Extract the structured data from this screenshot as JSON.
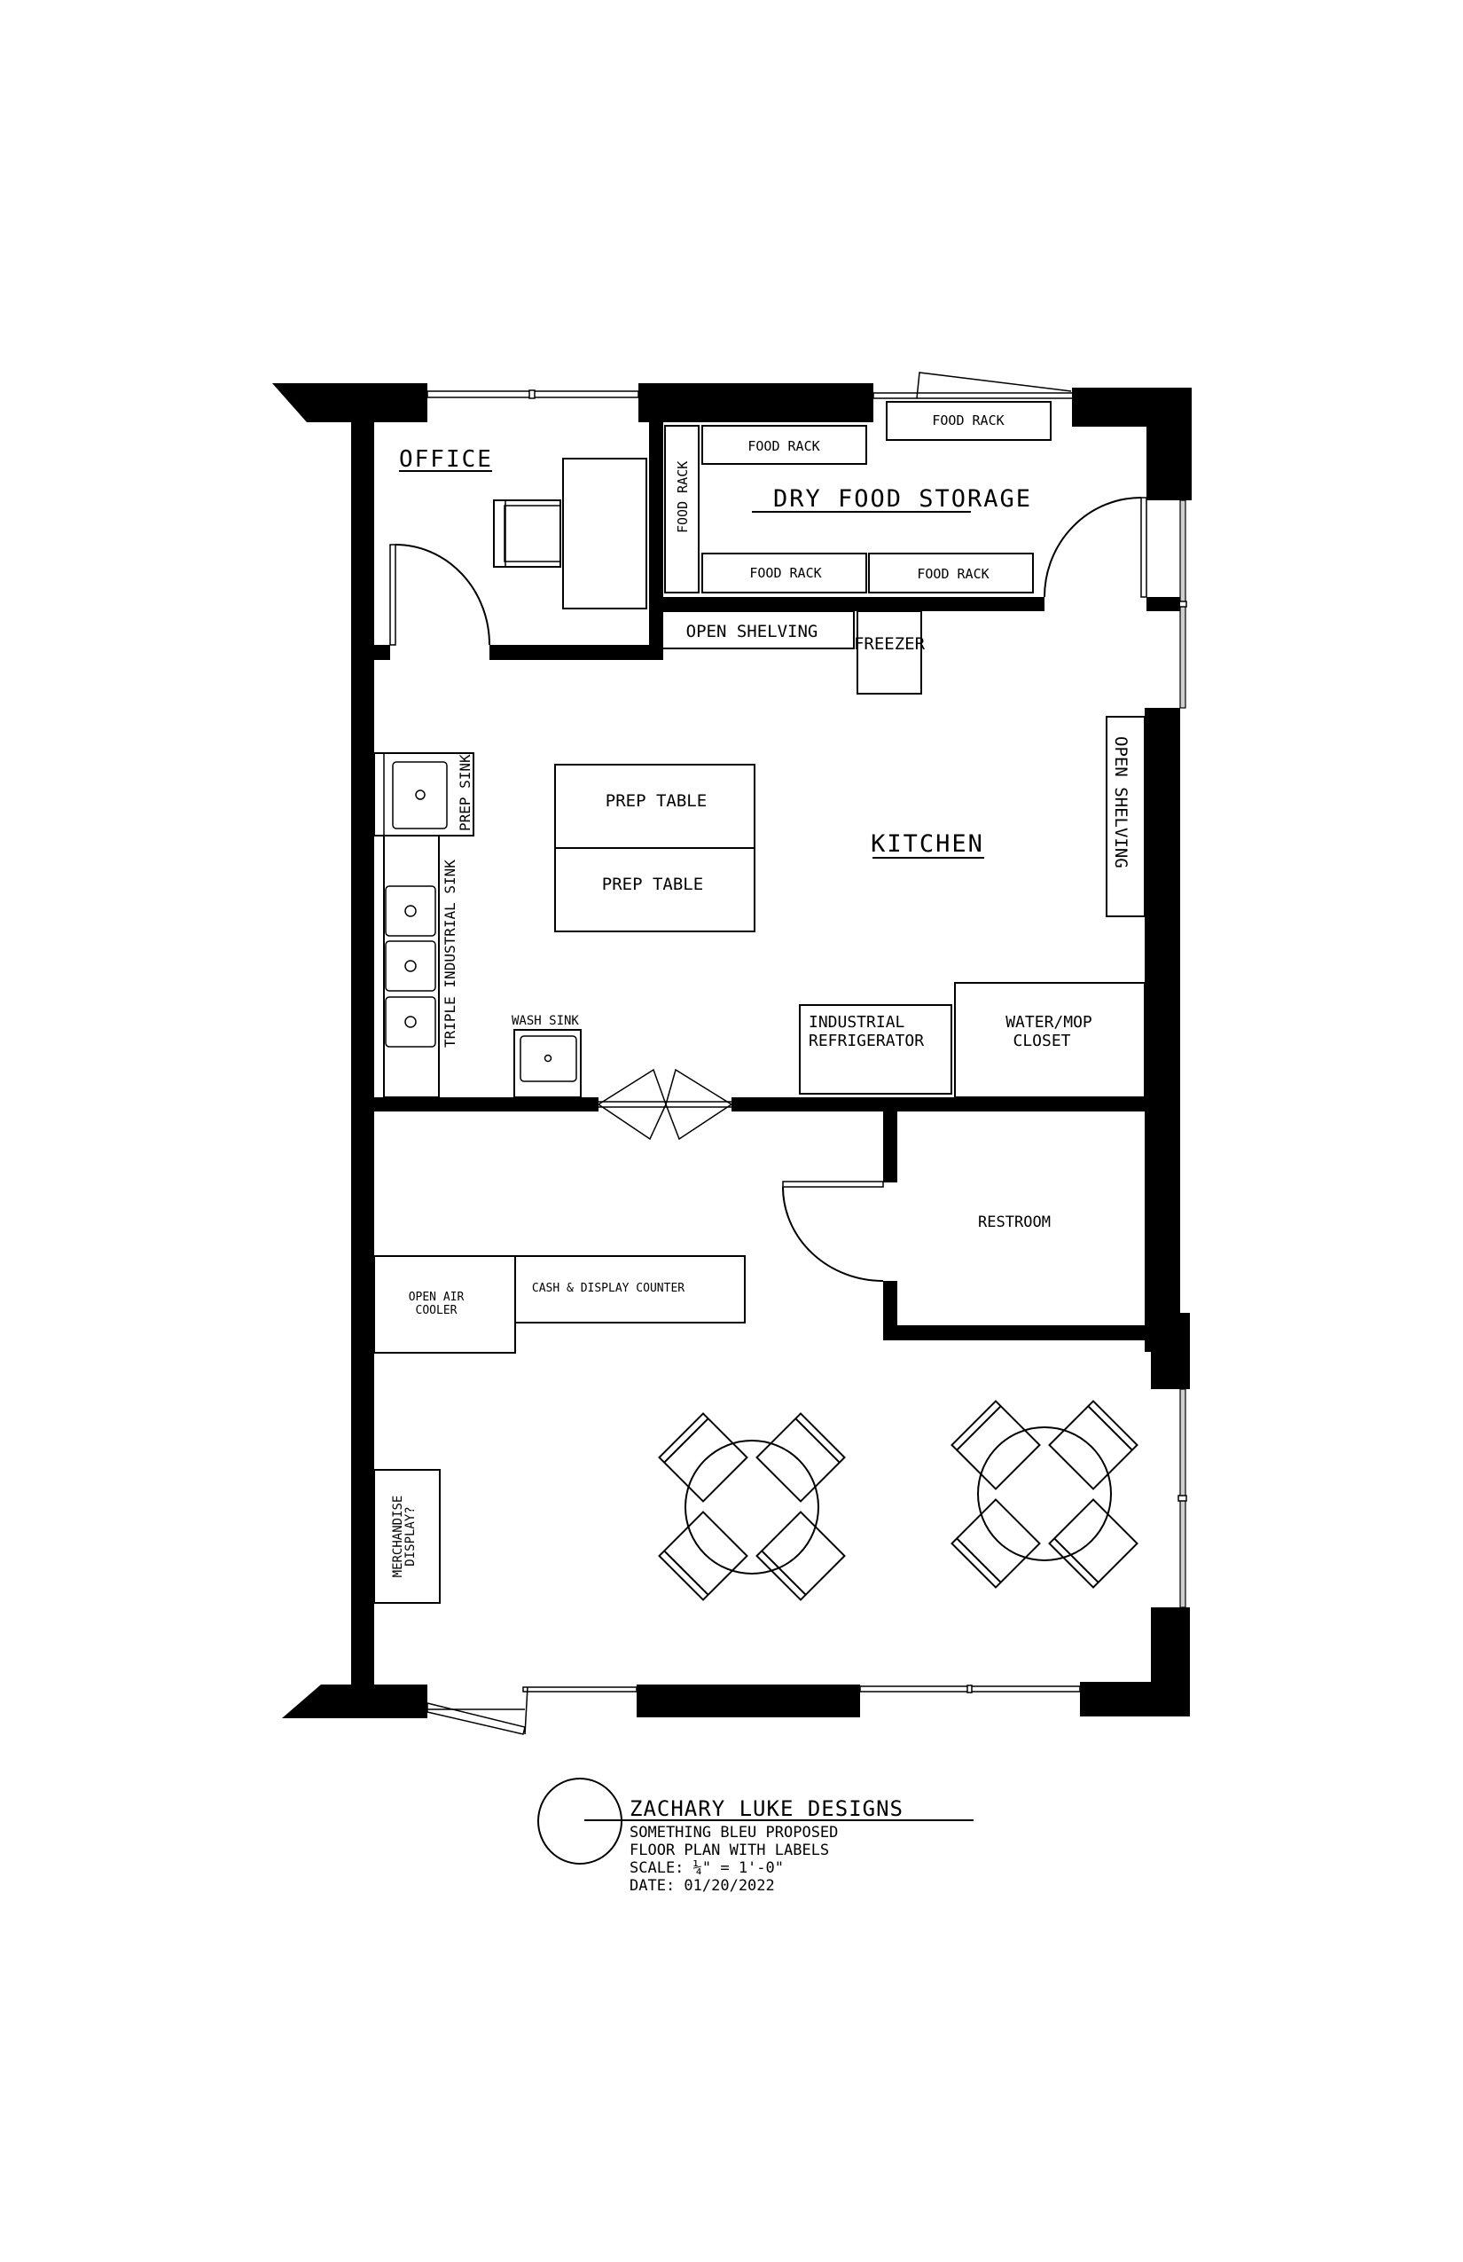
{
  "rooms": {
    "office": "OFFICE",
    "dry_storage": "DRY FOOD STORAGE",
    "kitchen": "KITCHEN",
    "restroom": "RESTROOM"
  },
  "fixtures": {
    "food_rack_label": "FOOD RACK",
    "food_racks": [
      "FOOD RACK",
      "FOOD RACK",
      "FOOD RACK",
      "FOOD RACK",
      "FOOD RACK"
    ],
    "open_shelving_top": "OPEN SHELVING",
    "open_shelving_right": "OPEN SHELVING",
    "freezer": "FREEZER",
    "prep_sink": "PREP SINK",
    "triple_sink": "TRIPLE INDUSTRIAL SINK",
    "wash_sink": "WASH SINK",
    "prep_table_1": "PREP TABLE",
    "prep_table_2": "PREP TABLE",
    "refrigerator_line1": "INDUSTRIAL",
    "refrigerator_line2": "REFRIGERATOR",
    "closet_line1": "WATER/MOP",
    "closet_line2": "CLOSET",
    "cooler_line1": "OPEN AIR",
    "cooler_line2": "COOLER",
    "counter": "CASH & DISPLAY COUNTER",
    "merch_line1": "MERCHANDISE",
    "merch_line2": "DISPLAY?"
  },
  "dining": {
    "table_count": 2,
    "chairs_per_table": 4
  },
  "title_block": {
    "firm": "ZACHARY LUKE DESIGNS",
    "project": "SOMETHING BLEU PROPOSED",
    "sheet": "FLOOR PLAN WITH LABELS",
    "scale": "SCALE: ¼\" = 1'-0\"",
    "date": "DATE: 01/20/2022"
  }
}
